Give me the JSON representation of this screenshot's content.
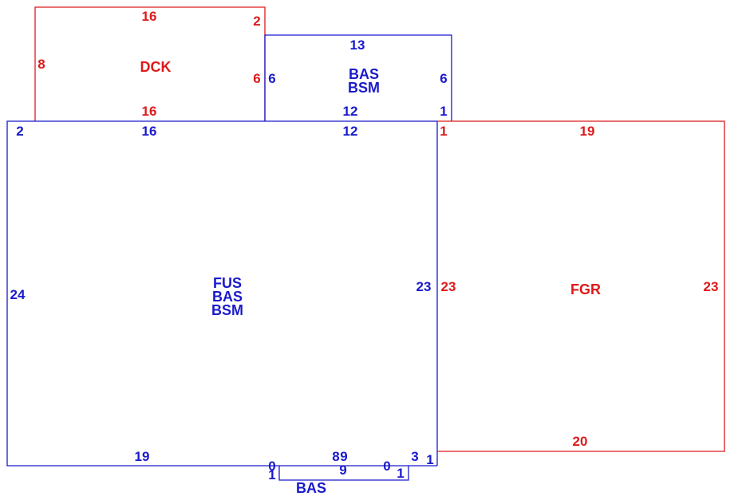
{
  "colors": {
    "blue": "#1a1acc",
    "red": "#dd1a1a"
  },
  "areas": {
    "dck": {
      "label": "DCK",
      "color": "red"
    },
    "bas_bsm": {
      "label1": "BAS",
      "label2": "BSM",
      "color": "blue"
    },
    "main": {
      "label1": "FUS",
      "label2": "BAS",
      "label3": "BSM",
      "color": "blue"
    },
    "fgr": {
      "label": "FGR",
      "color": "red"
    },
    "bas_bottom": {
      "label": "BAS",
      "color": "blue"
    }
  },
  "dimensions": {
    "dck_top": "16",
    "dck_top_right": "2",
    "dck_left": "8",
    "dck_right": "6",
    "dck_bottom": "16",
    "bas_top": "13",
    "bas_left": "6",
    "bas_right": "6",
    "bas_bottom": "12",
    "bas_bottom_right": "1",
    "main_top_left_corner": "2",
    "main_top_left": "16",
    "main_top_right": "12",
    "main_left": "24",
    "main_right": "23",
    "main_bottom": "19",
    "main_bottom_notch_a": "0",
    "main_bottom_notch_b": "1",
    "main_bottom_8": "8",
    "main_bottom_9": "9",
    "main_bottom_0": "0",
    "main_bottom_3": "3",
    "main_bottom_1": "1",
    "fgr_top_left_corner": "1",
    "fgr_top": "19",
    "fgr_left": "23",
    "fgr_right": "23",
    "fgr_bottom": "20",
    "bump_bottom": "9",
    "bump_right": "1"
  }
}
